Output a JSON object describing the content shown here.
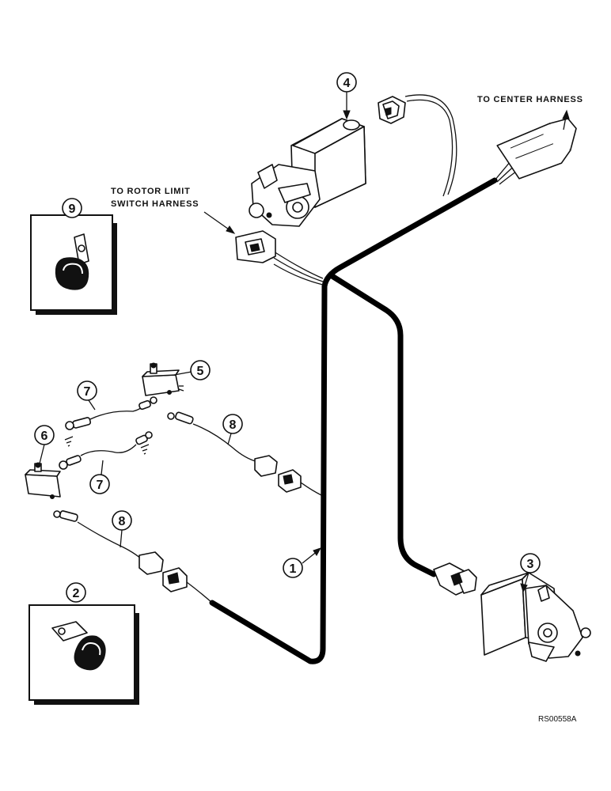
{
  "labels": {
    "to_center_harness": "TO CENTER HARNESS",
    "to_rotor_limit_line1": "TO ROTOR LIMIT",
    "to_rotor_limit_line2": "SWITCH HARNESS",
    "drawing_code": "RS00558A"
  },
  "callouts": [
    {
      "id": "c1",
      "number": "1"
    },
    {
      "id": "c2",
      "number": "2"
    },
    {
      "id": "c3",
      "number": "3"
    },
    {
      "id": "c4",
      "number": "4"
    },
    {
      "id": "c5",
      "number": "5"
    },
    {
      "id": "c6",
      "number": "6"
    },
    {
      "id": "c7a",
      "number": "7"
    },
    {
      "id": "c7b",
      "number": "7"
    },
    {
      "id": "c8a",
      "number": "8"
    },
    {
      "id": "c8b",
      "number": "8"
    },
    {
      "id": "c9",
      "number": "9"
    }
  ]
}
